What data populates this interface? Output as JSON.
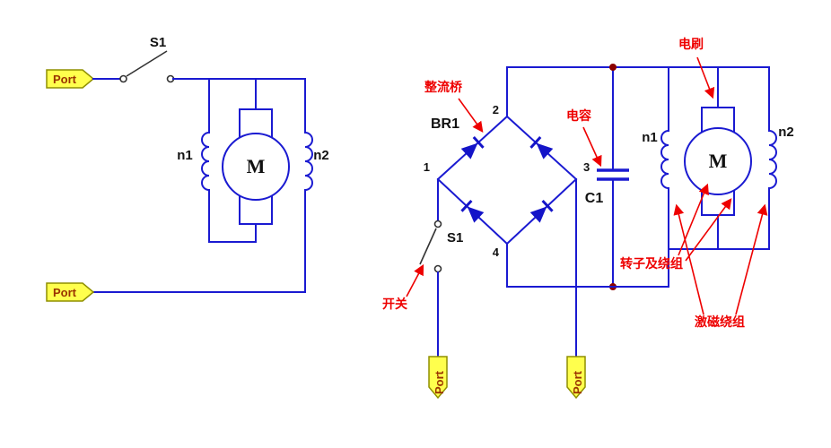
{
  "colors": {
    "background": "#ffffff",
    "wire": "#1a1ad1",
    "diode": "#1414c8",
    "annotation": "#ee0000",
    "junction": "#8b0000",
    "label": "#111111",
    "port_fill": "#ffff4d",
    "port_border": "#8f8f00",
    "port_text": "#9a3300"
  },
  "left": {
    "port_top": "Port",
    "port_bottom": "Port",
    "switch": "S1",
    "n1": "n1",
    "n2": "n2",
    "motor": "M"
  },
  "right": {
    "bridge_ref": "BR1",
    "nodes": [
      "1",
      "2",
      "3",
      "4"
    ],
    "cap_ref": "C1",
    "switch": "S1",
    "n1": "n1",
    "n2": "n2",
    "motor": "M",
    "port_switch": "Port",
    "port_mid": "Port",
    "ann_rectifier": "整流桥",
    "ann_capacitor": "电容",
    "ann_brush": "电刷",
    "ann_switch": "开关",
    "ann_rotor": "转子及绕组",
    "ann_field": "激磁绕组"
  }
}
